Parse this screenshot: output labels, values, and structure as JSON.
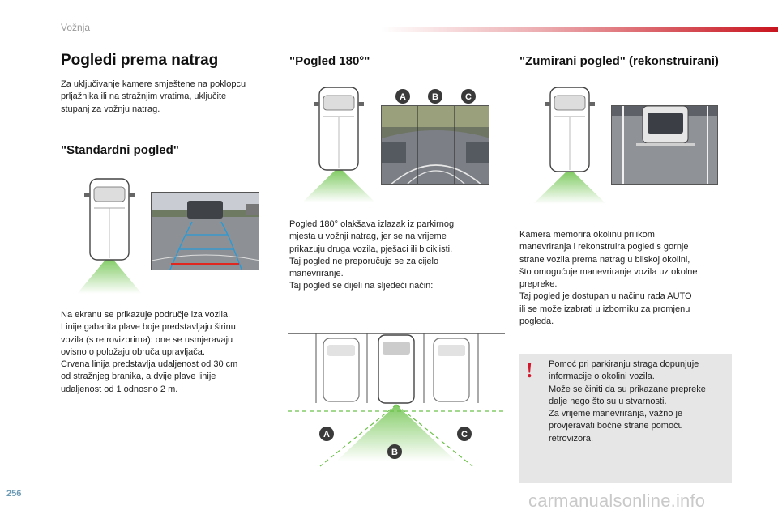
{
  "header": {
    "section": "Vožnja",
    "accent_color": "#c8141e"
  },
  "page_number": "256",
  "watermark": "carmanualsonline.info",
  "col1": {
    "title": "Pogledi prema natrag",
    "intro": "Za uključivanje kamere smještene na poklopcu\nprljažnika ili na stražnjim vratima, uključite\nstupanj za vožnju natrag.",
    "standard_title": "\"Standardni pogled\"",
    "standard_text": "Na ekranu se prikazuje područje iza vozila.\nLinije gabarita plave boje predstavljaju širinu\nvozila (s retrovizorima): one se usmjeravaju\novisno o položaju obruča upravljača.\nCrvena linija predstavlja udaljenost od 30 cm\nod stražnjeg branika, a dvije plave linije\nudaljenost od 1 odnosno 2 m."
  },
  "col2": {
    "title": "\"Pogled 180°\"",
    "text": "Pogled 180° olakšava izlazak iz parkirnog\nmjesta u vožnji natrag, jer se na vrijeme\nprikazuju druga vozila, pješaci ili biciklisti.\nTaj pogled ne preporučuje se za cijelo\nmanevriranje.\nTaj pogled se dijeli na sljedeći način:",
    "labels": [
      "A",
      "B",
      "C"
    ]
  },
  "col3": {
    "title": "\"Zumirani pogled\" (rekonstruirani)",
    "text": "Kamera memorira okolinu prilikom\nmanevriranja i rekonstruira pogled s gornje\nstrane vozila prema natrag u bliskoj okolini,\nšto omogućuje manevriranje vozila uz okolne\nprepreke.\nTaj pogled je dostupan u načinu rada AUTO\nili se može izabrati u izborniku za promjenu\npogleda."
  },
  "warning": {
    "mark": "!",
    "text": "Pomoć pri parkiranju straga dopunjuje\ninformacije o okolini vozila.\nMože se činiti da su prikazane prepreke\ndalje nego što su u stvarnosti.\nZa vrijeme manevriranja, važno je\nprovjeravati bočne strane pomoću\nretrovizora."
  }
}
